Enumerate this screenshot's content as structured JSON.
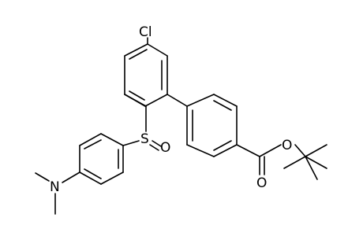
{
  "molecule": {
    "atoms": {
      "chlorine": "Cl",
      "sulfur": "S",
      "sulfoxide_oxygen": "O",
      "ester_ether_oxygen": "O",
      "carbonyl_oxygen": "O",
      "nitrogen": "N"
    },
    "colors": {
      "bond": "#000000",
      "label": "#000000",
      "background": "#ffffff"
    }
  }
}
